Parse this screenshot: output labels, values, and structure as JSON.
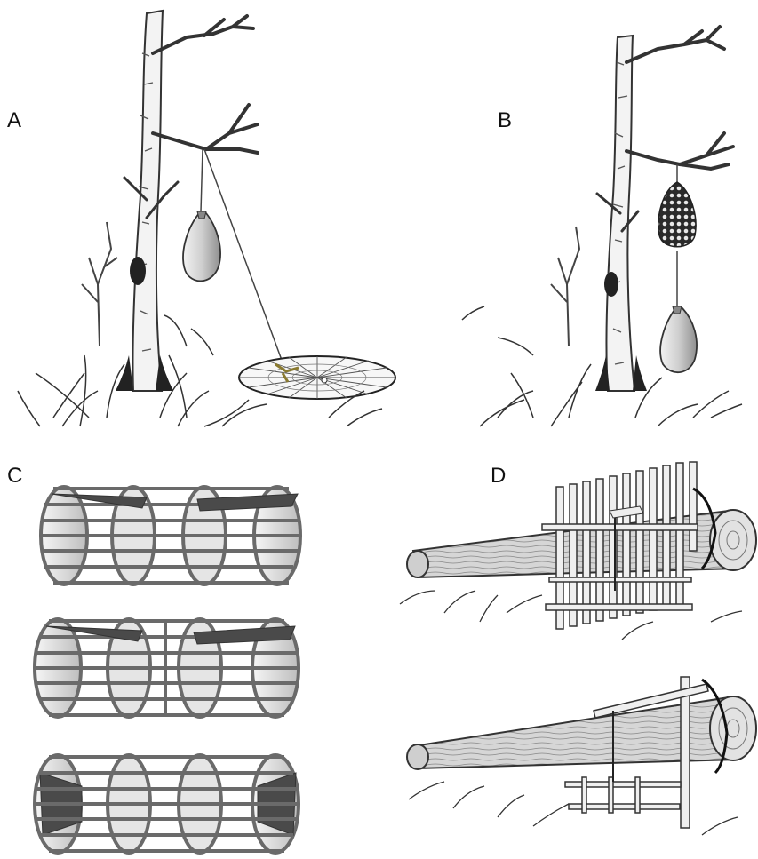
{
  "panels": {
    "a": {
      "label": "A"
    },
    "b": {
      "label": "B"
    },
    "c": {
      "label": "C"
    },
    "d": {
      "label": "D"
    }
  },
  "colors": {
    "ink": "#222222",
    "bark": "#555555",
    "cage_frame": "#6a6a6a",
    "cage_fill": "#d9d9d9",
    "flap": "#4a4a4a",
    "grass": "#333333"
  }
}
